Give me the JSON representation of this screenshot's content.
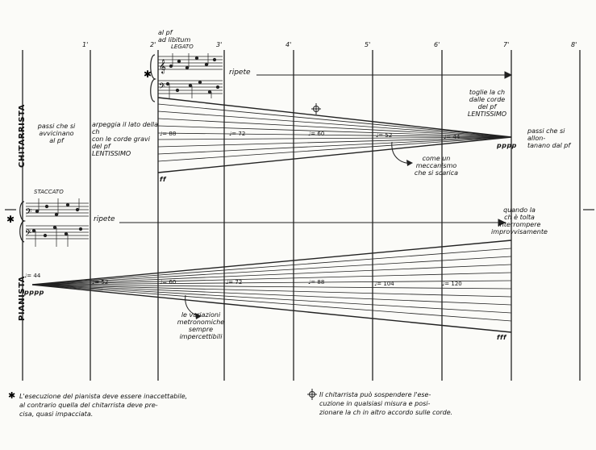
{
  "time_marks": [
    "1'",
    "2'",
    "3'",
    "4'",
    "5'",
    "6'",
    "7'",
    "8'"
  ],
  "instruments": {
    "guitar": "CHITARRISTA",
    "piano": "PIANISTA"
  },
  "guitar": {
    "performance_top": "al pf\nad libitum",
    "legato": "LEGATO",
    "repeat": "ripete",
    "approach": "passi che si avvicinano\nal pf",
    "arpeggio": "arpeggia il lato della ch\ncon le corde gravi del pf\nLENTISSIMO",
    "remove": "toglie la ch\ndalle corde\ndel pf\nLENTISSIMO",
    "depart": "passi che si allon-\ntanano dal pf",
    "mechanism": "come un meccanismo\nche si scarica",
    "dyn_start": "ff",
    "dyn_end": "pppp",
    "metronome": [
      "♩= 88",
      "♩= 72",
      "♩= 60",
      "♩= 52",
      "♩= 44"
    ]
  },
  "piano": {
    "staccato": "STACCATO",
    "repeat": "ripete",
    "interrupt": "quando la\nch è tolta\ninterrompere\nimprovvisamente",
    "variations": "le variazioni\nmetronomiche\nsempre\nimpercettibili",
    "dyn_start": "pppp",
    "dyn_end": "fff",
    "metronome": [
      "♩= 44",
      "♩= 52",
      "♩= 60",
      "♩= 72",
      "♩= 88",
      "♩= 104",
      "♩= 120"
    ]
  },
  "footnotes": {
    "asterisk": "L'esecuzione del pianista deve essere inaccettabile,\nal contrario quella del chitarrista deve pre-\ncisa, quasi impacciata.",
    "symbol": "Il chitarrista può sospendere l'ese-\ncuzione in qualsiasi misura e posi-\nzionare la ch in altro accordo sulle corde."
  }
}
